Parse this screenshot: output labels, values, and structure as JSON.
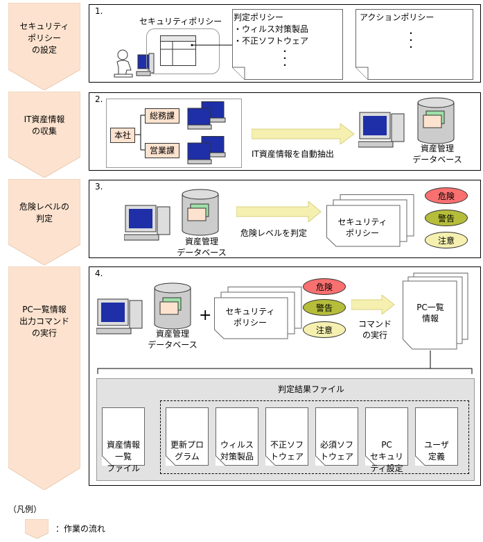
{
  "steps": [
    {
      "label": "セキュリティ\nポリシー\nの設定"
    },
    {
      "label": "IT資産情報\nの収集"
    },
    {
      "label": "危険レベルの\n判定"
    },
    {
      "label": "PC一覧情報\n出力コマンド\nの実行"
    }
  ],
  "panel1": {
    "number": "1.",
    "security_policy_label": "セキュリティポリシー",
    "judgement_policy": "判定ポリシー\n・ウィルス対策製品\n・不正ソフトウェア",
    "action_policy": "アクションポリシー",
    "dots": "・\n・\n・"
  },
  "panel2": {
    "number": "2.",
    "hq": "本社",
    "dept_general": "総務課",
    "dept_sales": "営業課",
    "arrow_label": "IT資産情報を自動抽出",
    "db_label": "資産管理\nデータベース"
  },
  "panel3": {
    "number": "3.",
    "db_label": "資産管理\nデータベース",
    "arrow_label": "危険レベルを判定",
    "policy_label": "セキュリティ\nポリシー",
    "levels": [
      "危険",
      "警告",
      "注意"
    ]
  },
  "panel4": {
    "number": "4.",
    "db_label": "資産管理\nデータベース",
    "plus": "+",
    "policy_label": "セキュリティ\nポリシー",
    "levels": [
      "危険",
      "警告",
      "注意"
    ],
    "arrow_label": "コマンド\nの実行",
    "pc_list_label": "PC一覧\n情報",
    "result_file_title": "判定結果ファイル",
    "asset_list_file": "資産情報\n一覧\nファイル",
    "result_files": [
      "更新プロ\nグラム",
      "ウィルス\n対策製品",
      "不正ソフ\nトウェア",
      "必須ソフ\nトウェア",
      "PC\nセキュリ\nティ設定",
      "ユーザ\n定義"
    ]
  },
  "legend": {
    "title": "（凡例）",
    "flow_label": "：作業の流れ"
  },
  "colors": {
    "step_fill": "#fde3cf",
    "arrow_fill": "#f5f0b0",
    "danger": "#f87070",
    "warn": "#b5bd3a",
    "note": "#f5f0b0",
    "result_bg": "#e2e2e2"
  }
}
